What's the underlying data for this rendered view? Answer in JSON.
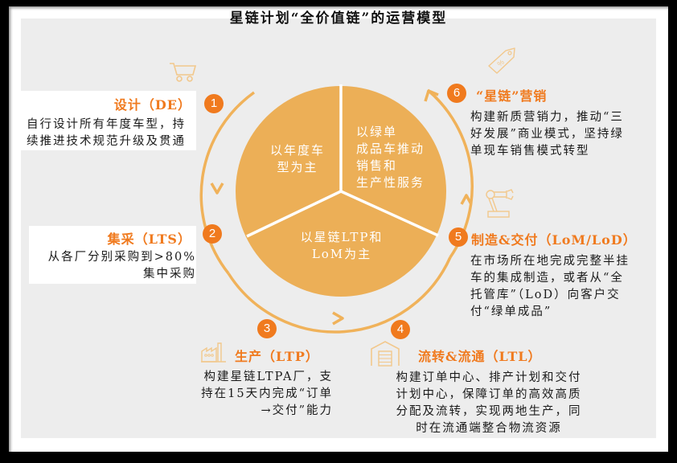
{
  "title": "星链计划“全价值链”的运营模型",
  "colors": {
    "accent": "#f07a1e",
    "pie_fill": "#ecaf57",
    "arc": "#f0b25a",
    "icon": "#f2c88c",
    "panel_bg": "#ededed",
    "text": "#1a1a1a"
  },
  "pie": {
    "segments": [
      {
        "label": "以年度车\n型为主",
        "lines": [
          "以年度车",
          "型为主"
        ]
      },
      {
        "label": "以绿单成品车推动销售和生产性服务",
        "lines": [
          "以绿单",
          "成品车推动",
          "销售和",
          "生产性服务"
        ]
      },
      {
        "label": "以星链LTP和LoM为主",
        "lines": [
          "以星链LTP和",
          "LoM为主"
        ]
      }
    ]
  },
  "steps": [
    {
      "number": "1",
      "title": "设计（DE）",
      "icon": "shopping-cart-icon",
      "desc_lines": [
        "自行设计所有年度车型，持",
        "续推进技术规范升级及贯通"
      ]
    },
    {
      "number": "2",
      "title": "集采（LTS）",
      "icon": "",
      "desc_lines": [
        "从各厂分别采购到>80%",
        "集中采购"
      ]
    },
    {
      "number": "3",
      "title": "生产（LTP）",
      "icon": "factory-icon",
      "desc_lines": [
        "构建星链LTPA厂，支",
        "持在15天内完成“订单",
        "→交付”能力"
      ]
    },
    {
      "number": "4",
      "title": "流转&流通（LTL）",
      "icon": "warehouse-icon",
      "desc_lines": [
        "构建订单中心、排产计划和交付",
        "计划中心，保障订单的高效高质",
        "分配及流转，实现两地生产，同",
        "时在流通端整合物流资源"
      ]
    },
    {
      "number": "5",
      "title": "制造&交付（LoM/LoD）",
      "icon": "robot-arm-icon",
      "desc_lines": [
        "在市场所在地完成完整半挂",
        "车的集成制造，或者从“全",
        "托管库”（LoD）向客户交",
        "付“绿单成品”"
      ]
    },
    {
      "number": "6",
      "title": "“星链”营销",
      "icon": "price-tag-icon",
      "desc_lines": [
        "构建新质营销力，推动“三",
        "好发展”商业模式，坚持绿",
        "单现车销售模式转型"
      ]
    }
  ]
}
